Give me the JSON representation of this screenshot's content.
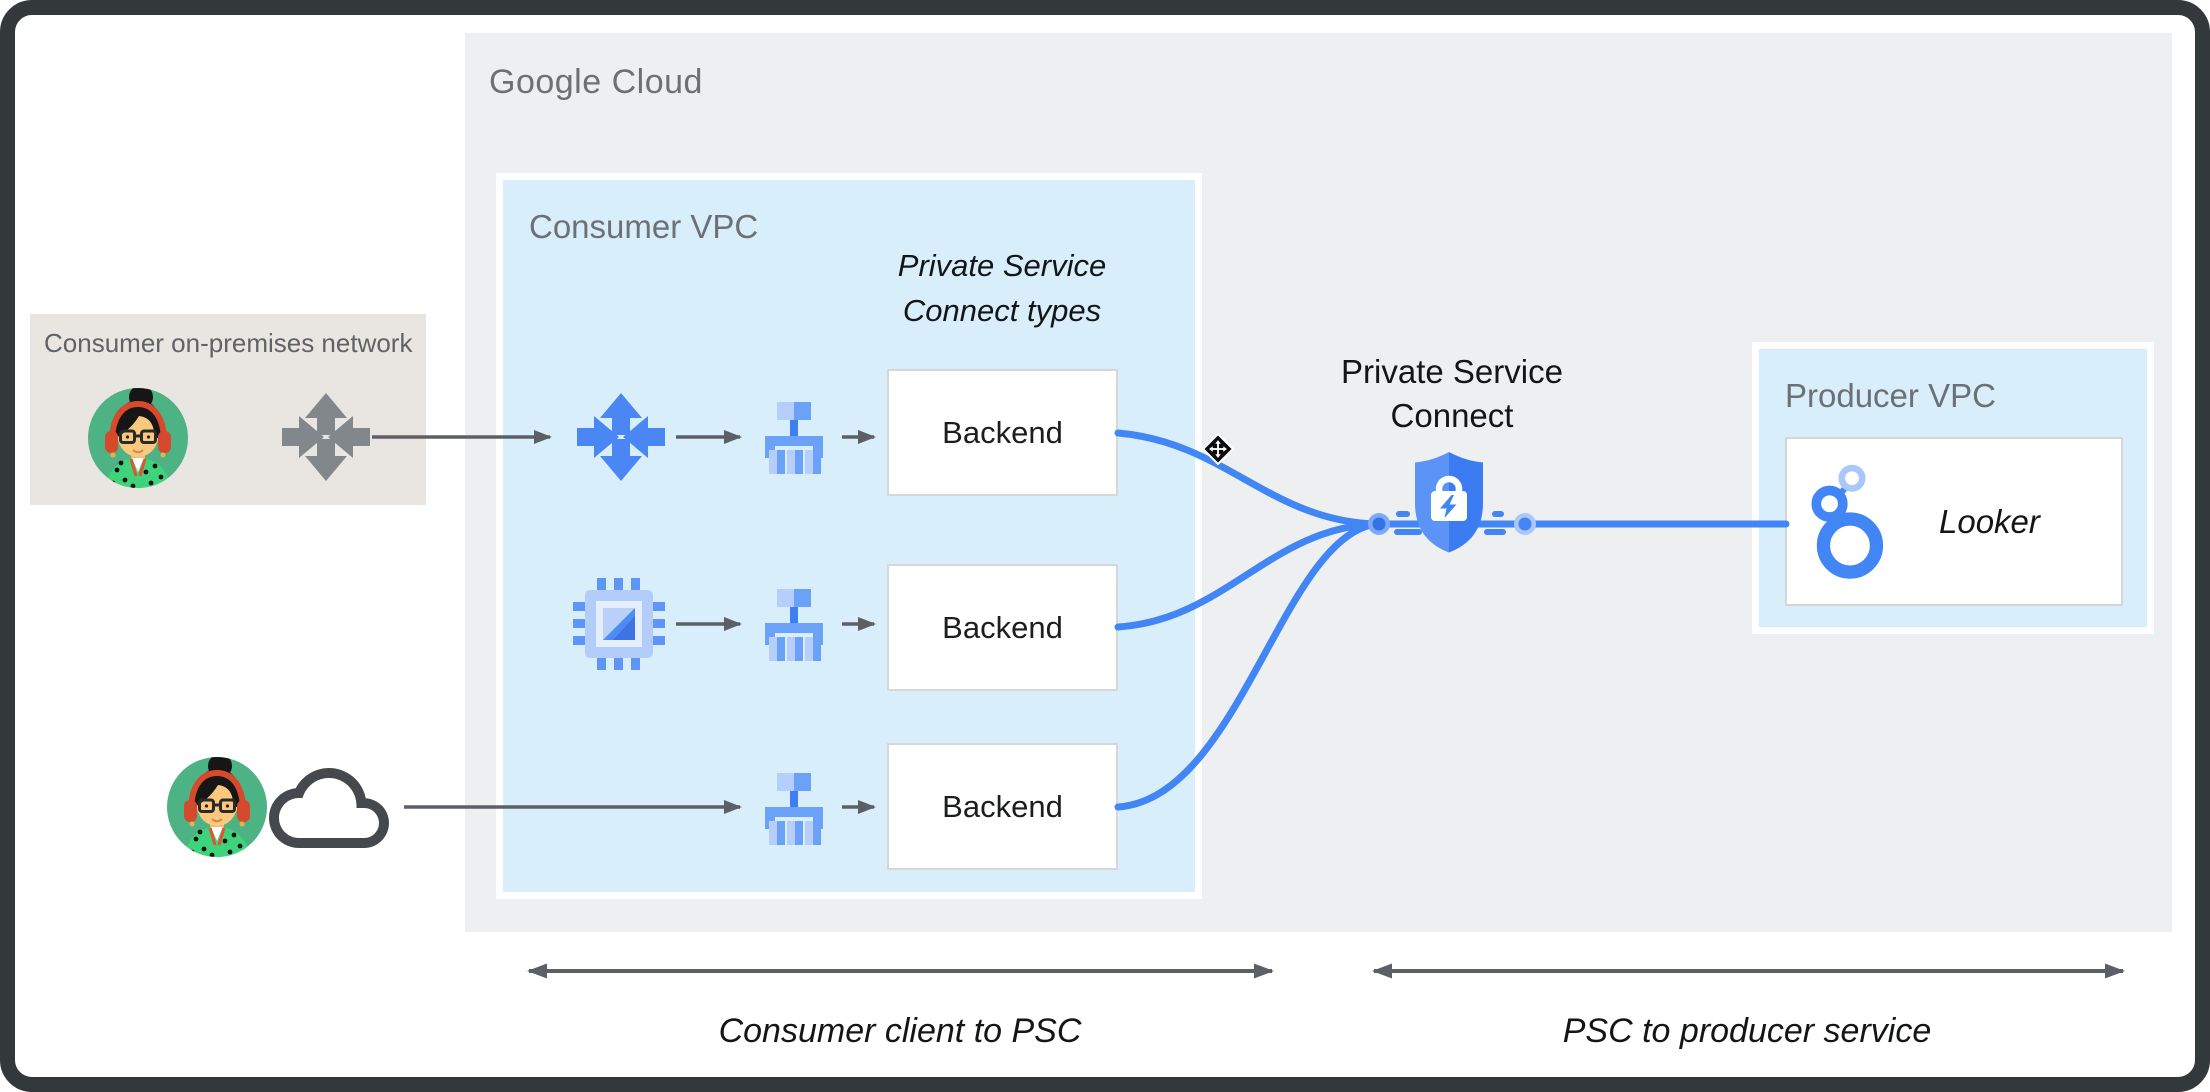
{
  "diagram": {
    "google_cloud_label": "Google Cloud",
    "on_prem": {
      "label": "Consumer on-premises network"
    },
    "consumer_vpc": {
      "label": "Consumer VPC",
      "psc_types_line1": "Private Service",
      "psc_types_line2": "Connect types",
      "backends": [
        {
          "label": "Backend"
        },
        {
          "label": "Backend"
        },
        {
          "label": "Backend"
        }
      ]
    },
    "psc": {
      "line1": "Private Service",
      "line2": "Connect"
    },
    "producer_vpc": {
      "label": "Producer VPC",
      "service_label": "Looker"
    },
    "footer": {
      "left_label": "Consumer client to PSC",
      "right_label": "PSC to producer service"
    },
    "icons": {
      "consumer_avatar": "person-avatar-icon",
      "on_prem_network": "hybrid-network-icon (gray four-arrow)",
      "vpc_network": "hybrid-network-icon (blue four-arrow)",
      "compute": "compute-engine-chip-icon",
      "load_balancer": "load-balancer-icon",
      "cloud": "cloud-outline-icon",
      "psc_shield": "psc-shield-lock-icon",
      "looker": "looker-rings-icon",
      "cursor": "move-cursor-icon"
    },
    "colors": {
      "frame_border": "#33383b",
      "google_cloud_bg": "#edeff1",
      "vpc_bg": "#d9eefb",
      "on_prem_bg": "#e9e6e2",
      "label_gray": "#6d7175",
      "arrow_gray": "#5c6066",
      "blue": "#4285f4",
      "blue_light": "#aecbfa",
      "avatar_green": "#4eb384",
      "shirt_green": "#3ed47b",
      "headphone_red": "#d7492c"
    }
  }
}
